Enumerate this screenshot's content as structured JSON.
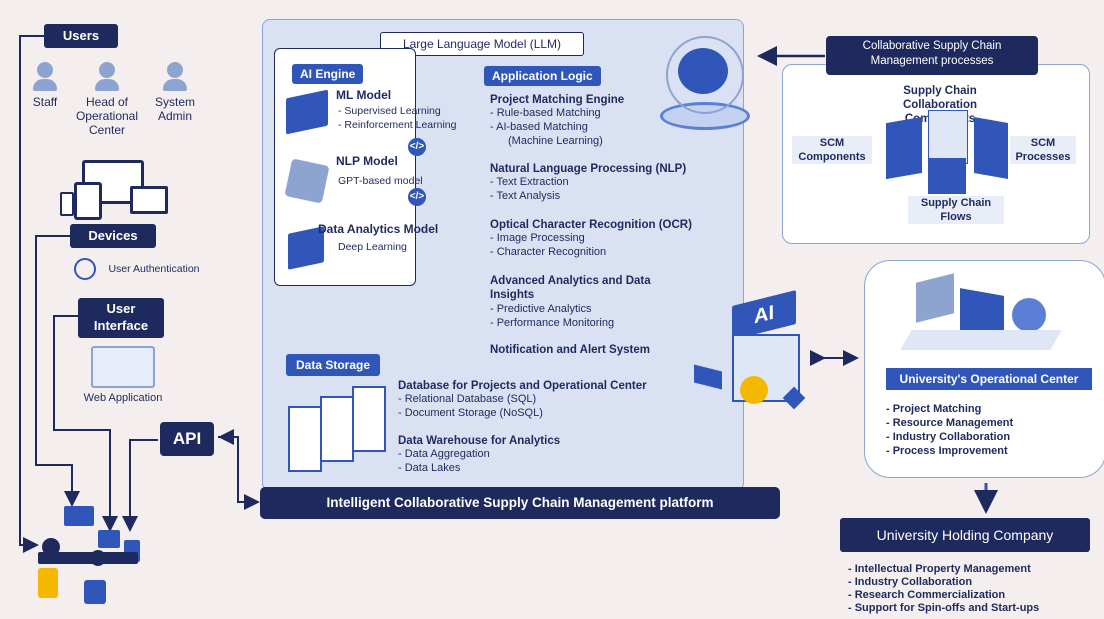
{
  "users": {
    "title": "Users",
    "roles": [
      {
        "label": "Staff"
      },
      {
        "label": "Head of\nOperational\nCenter"
      },
      {
        "label": "System\nAdmin"
      }
    ]
  },
  "devices": {
    "title": "Devices",
    "auth_label": "User Authentication"
  },
  "user_interface": {
    "title": "User\nInterface",
    "web_app_label": "Web Application"
  },
  "api": {
    "label": "API"
  },
  "llm": {
    "title": "Large Language Model (LLM)",
    "ai_engine": {
      "title": "AI Engine",
      "models": [
        {
          "name": "ML Model",
          "items": [
            "- Supervised Learning",
            "- Reinforcement Learning"
          ]
        },
        {
          "name": "NLP Model",
          "items": [
            "GPT-based model"
          ]
        },
        {
          "name": "Data Analytics Model",
          "items": [
            "Deep Learning"
          ]
        }
      ]
    },
    "app_logic": {
      "title": "Application Logic",
      "sections": [
        {
          "title": "Project Matching Engine",
          "items": [
            "- Rule-based Matching",
            "- AI-based Matching",
            "(Machine Learning)"
          ]
        },
        {
          "title": "Natural Language Processing (NLP)",
          "items": [
            "- Text Extraction",
            "- Text Analysis"
          ]
        },
        {
          "title": "Optical Character Recognition (OCR)",
          "items": [
            "- Image Processing",
            "- Character Recognition"
          ]
        },
        {
          "title": "Advanced Analytics and Data\nInsights",
          "items": [
            "- Predictive Analytics",
            "- Performance Monitoring"
          ]
        },
        {
          "title": "Notification and Alert System",
          "items": []
        }
      ]
    }
  },
  "data_storage": {
    "title": "Data Storage",
    "groups": [
      {
        "title": "Database for Projects and Operational Center",
        "items": [
          "- Relational Database (SQL)",
          "- Document Storage (NoSQL)"
        ]
      },
      {
        "title": "Data Warehouse for Analytics",
        "items": [
          "- Data Aggregation",
          "- Data Lakes"
        ]
      }
    ]
  },
  "platform": {
    "label": "Intelligent Collaborative Supply Chain Management platform"
  },
  "scm": {
    "header": "Collaborative Supply Chain\nManagement processes",
    "center": "Supply Chain\nCollaboration Components",
    "left": "SCM\nComponents",
    "right": "SCM\nProcesses",
    "bottom": "Supply Chain\nFlows"
  },
  "ai_label": "AI",
  "operational_center": {
    "title": "University's Operational Center",
    "items": [
      "- Project Matching",
      "- Resource Management",
      "- Industry Collaboration",
      "- Process Improvement"
    ]
  },
  "holding": {
    "title": "University Holding Company",
    "items": [
      "- Intellectual Property Management",
      "- Industry Collaboration",
      "- Research Commercialization",
      "- Support for Spin-offs and Start-ups"
    ]
  },
  "colors": {
    "navy": "#1e2a5e",
    "accent": "#2f56b8",
    "panel": "#d9e1f2",
    "bg": "#f4eeee"
  }
}
